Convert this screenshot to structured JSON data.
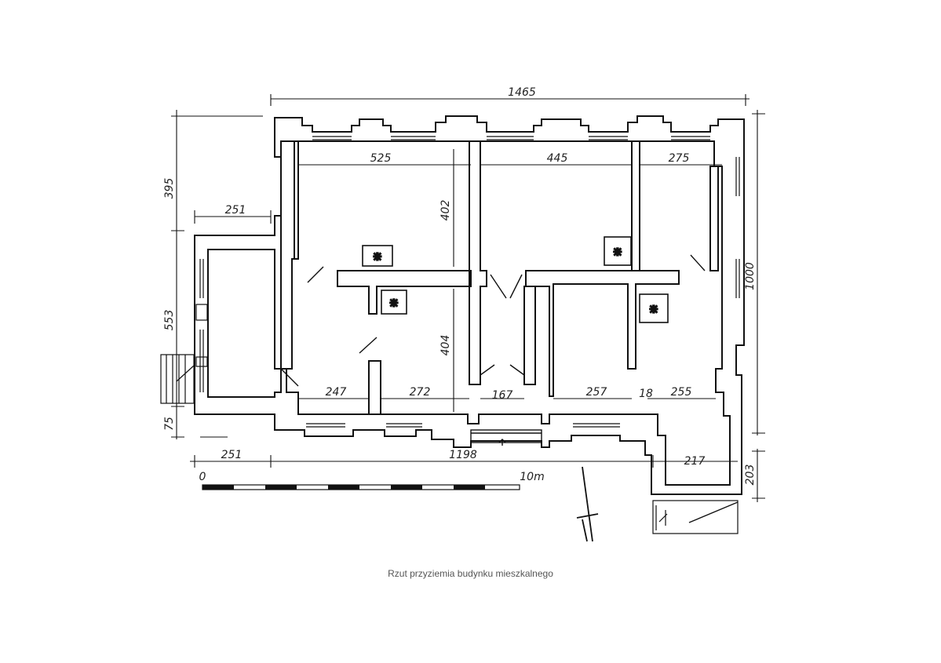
{
  "caption": "Rzut przyziemia budynku mieszkalnego",
  "dimensions": {
    "overall_width": "1465",
    "overall_depth": "1000",
    "front_length": "1198",
    "left_offset_bottom": "251",
    "left_offset_top": "251",
    "room_nw_width": "525",
    "room_n_mid_width": "445",
    "room_ne_width": "275",
    "room_nw_depth": "402",
    "room_sw_depth": "404",
    "left_top_segment": "395",
    "left_mid_segment": "553",
    "left_bottom_segment": "75",
    "room_s1_width": "247",
    "room_s2_width": "272",
    "corridor_width": "167",
    "room_s3_width": "257",
    "wall_18": "18",
    "room_s4_width": "255",
    "porch_width": "217",
    "porch_depth": "203"
  },
  "scale": {
    "start": "0",
    "end": "10m"
  },
  "colors": {
    "ink": "#111111",
    "paper": "#ffffff"
  }
}
